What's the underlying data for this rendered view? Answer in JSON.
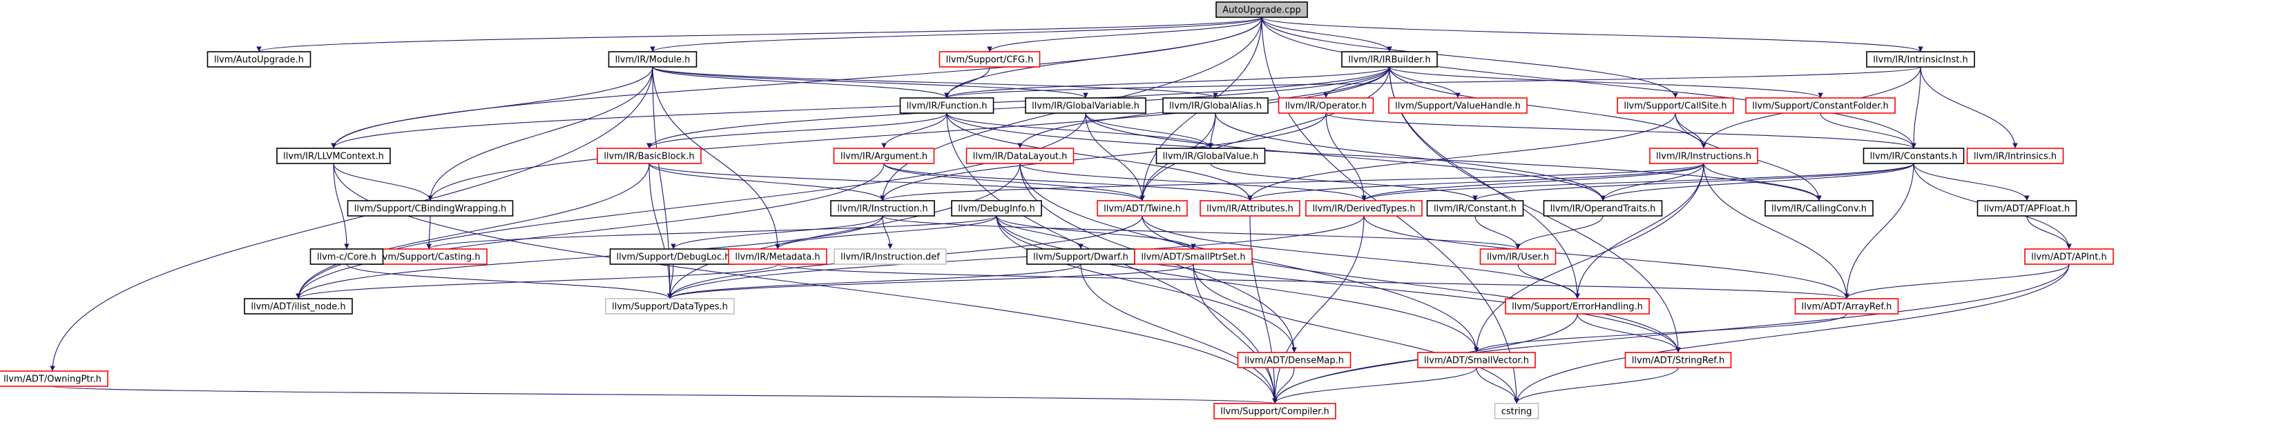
{
  "diagram": {
    "nodes": [
      {
        "id": "root",
        "label": "AutoUpgrade.cpp",
        "kind": "root"
      },
      {
        "id": "autoupgrade_h",
        "label": "llvm/AutoUpgrade.h",
        "kind": "normal"
      },
      {
        "id": "module_h",
        "label": "llvm/IR/Module.h",
        "kind": "normal"
      },
      {
        "id": "cfg_h",
        "label": "llvm/Support/CFG.h",
        "kind": "red"
      },
      {
        "id": "irbuilder_h",
        "label": "llvm/IR/IRBuilder.h",
        "kind": "normal"
      },
      {
        "id": "intrinsicinst_h",
        "label": "llvm/IR/IntrinsicInst.h",
        "kind": "normal"
      },
      {
        "id": "function_h",
        "label": "llvm/IR/Function.h",
        "kind": "normal"
      },
      {
        "id": "globalvariable_h",
        "label": "llvm/IR/GlobalVariable.h",
        "kind": "normal"
      },
      {
        "id": "globalalias_h",
        "label": "llvm/IR/GlobalAlias.h",
        "kind": "normal"
      },
      {
        "id": "operator_h",
        "label": "llvm/IR/Operator.h",
        "kind": "red"
      },
      {
        "id": "valuehandle_h",
        "label": "llvm/Support/ValueHandle.h",
        "kind": "red"
      },
      {
        "id": "callsite_h",
        "label": "llvm/Support/CallSite.h",
        "kind": "red"
      },
      {
        "id": "constantfolder_h",
        "label": "llvm/Support/ConstantFolder.h",
        "kind": "red"
      },
      {
        "id": "llvmcontext_h",
        "label": "llvm/IR/LLVMContext.h",
        "kind": "normal"
      },
      {
        "id": "basicblock_h",
        "label": "llvm/IR/BasicBlock.h",
        "kind": "red"
      },
      {
        "id": "argument_h",
        "label": "llvm/IR/Argument.h",
        "kind": "red"
      },
      {
        "id": "datalayout_h",
        "label": "llvm/IR/DataLayout.h",
        "kind": "red"
      },
      {
        "id": "globalvalue_h",
        "label": "llvm/IR/GlobalValue.h",
        "kind": "normal"
      },
      {
        "id": "instructions_h",
        "label": "llvm/IR/Instructions.h",
        "kind": "red"
      },
      {
        "id": "constants_h",
        "label": "llvm/IR/Constants.h",
        "kind": "normal"
      },
      {
        "id": "intrinsics_h",
        "label": "llvm/IR/Intrinsics.h",
        "kind": "red"
      },
      {
        "id": "cbindingwrapping_h",
        "label": "llvm/Support/CBindingWrapping.h",
        "kind": "normal"
      },
      {
        "id": "instruction_h",
        "label": "llvm/IR/Instruction.h",
        "kind": "normal"
      },
      {
        "id": "debuginfo_h",
        "label": "llvm/DebugInfo.h",
        "kind": "normal"
      },
      {
        "id": "twine_h",
        "label": "llvm/ADT/Twine.h",
        "kind": "red"
      },
      {
        "id": "attributes_h",
        "label": "llvm/IR/Attributes.h",
        "kind": "red"
      },
      {
        "id": "derivedtypes_h",
        "label": "llvm/IR/DerivedTypes.h",
        "kind": "red"
      },
      {
        "id": "constant_h",
        "label": "llvm/IR/Constant.h",
        "kind": "normal"
      },
      {
        "id": "operandtraits_h",
        "label": "llvm/IR/OperandTraits.h",
        "kind": "normal"
      },
      {
        "id": "callingconv_h",
        "label": "llvm/IR/CallingConv.h",
        "kind": "normal"
      },
      {
        "id": "apfloat_h",
        "label": "llvm/ADT/APFloat.h",
        "kind": "normal"
      },
      {
        "id": "casting_h",
        "label": "llvm/Support/Casting.h",
        "kind": "red"
      },
      {
        "id": "core_h",
        "label": "llvm-c/Core.h",
        "kind": "normal"
      },
      {
        "id": "debugloc_h",
        "label": "llvm/Support/DebugLoc.h",
        "kind": "normal"
      },
      {
        "id": "metadata_h",
        "label": "llvm/IR/Metadata.h",
        "kind": "red"
      },
      {
        "id": "instruction_def",
        "label": "llvm/IR/Instruction.def",
        "kind": "gray"
      },
      {
        "id": "dwarf_h",
        "label": "llvm/Support/Dwarf.h",
        "kind": "normal"
      },
      {
        "id": "smallptrset_h",
        "label": "llvm/ADT/SmallPtrSet.h",
        "kind": "red"
      },
      {
        "id": "user_h",
        "label": "llvm/IR/User.h",
        "kind": "red"
      },
      {
        "id": "apint_h",
        "label": "llvm/ADT/APInt.h",
        "kind": "red"
      },
      {
        "id": "ilist_node_h",
        "label": "llvm/ADT/ilist_node.h",
        "kind": "normal"
      },
      {
        "id": "datatypes_h",
        "label": "llvm/Support/DataTypes.h",
        "kind": "gray"
      },
      {
        "id": "errorhandling_h",
        "label": "llvm/Support/ErrorHandling.h",
        "kind": "red"
      },
      {
        "id": "arrayref_h",
        "label": "llvm/ADT/ArrayRef.h",
        "kind": "red"
      },
      {
        "id": "owningptr_h",
        "label": "llvm/ADT/OwningPtr.h",
        "kind": "red"
      },
      {
        "id": "densemap_h",
        "label": "llvm/ADT/DenseMap.h",
        "kind": "red"
      },
      {
        "id": "smallvector_h",
        "label": "llvm/ADT/SmallVector.h",
        "kind": "red"
      },
      {
        "id": "stringref_h",
        "label": "llvm/ADT/StringRef.h",
        "kind": "red"
      },
      {
        "id": "compiler_h",
        "label": "llvm/Support/Compiler.h",
        "kind": "red"
      },
      {
        "id": "cstring",
        "label": "cstring",
        "kind": "gray"
      }
    ],
    "edges": [
      [
        "root",
        "autoupgrade_h"
      ],
      [
        "root",
        "module_h"
      ],
      [
        "root",
        "cfg_h"
      ],
      [
        "root",
        "irbuilder_h"
      ],
      [
        "root",
        "intrinsicinst_h"
      ],
      [
        "root",
        "function_h"
      ],
      [
        "root",
        "llvmcontext_h"
      ],
      [
        "root",
        "constants_h"
      ],
      [
        "root",
        "callsite_h"
      ],
      [
        "root",
        "instruction_h"
      ],
      [
        "root",
        "cstring"
      ],
      [
        "root",
        "twine_h"
      ],
      [
        "module_h",
        "function_h"
      ],
      [
        "module_h",
        "globalvariable_h"
      ],
      [
        "module_h",
        "globalalias_h"
      ],
      [
        "module_h",
        "owningptr_h"
      ],
      [
        "module_h",
        "cbindingwrapping_h"
      ],
      [
        "module_h",
        "metadata_h"
      ],
      [
        "module_h",
        "datatypes_h"
      ],
      [
        "module_h",
        "llvmcontext_h"
      ],
      [
        "cfg_h",
        "function_h"
      ],
      [
        "irbuilder_h",
        "function_h"
      ],
      [
        "irbuilder_h",
        "operator_h"
      ],
      [
        "irbuilder_h",
        "valuehandle_h"
      ],
      [
        "irbuilder_h",
        "constantfolder_h"
      ],
      [
        "irbuilder_h",
        "basicblock_h"
      ],
      [
        "irbuilder_h",
        "datalayout_h"
      ],
      [
        "irbuilder_h",
        "instructions_h"
      ],
      [
        "irbuilder_h",
        "llvmcontext_h"
      ],
      [
        "irbuilder_h",
        "errorhandling_h"
      ],
      [
        "irbuilder_h",
        "stringref_h"
      ],
      [
        "irbuilder_h",
        "twine_h"
      ],
      [
        "irbuilder_h",
        "cbindingwrapping_h"
      ],
      [
        "intrinsicinst_h",
        "function_h"
      ],
      [
        "intrinsicinst_h",
        "constants_h"
      ],
      [
        "intrinsicinst_h",
        "intrinsics_h"
      ],
      [
        "intrinsicinst_h",
        "instructions_h"
      ],
      [
        "function_h",
        "basicblock_h"
      ],
      [
        "function_h",
        "argument_h"
      ],
      [
        "function_h",
        "globalvalue_h"
      ],
      [
        "function_h",
        "attributes_h"
      ],
      [
        "function_h",
        "callingconv_h"
      ],
      [
        "function_h",
        "compiler_h"
      ],
      [
        "globalvariable_h",
        "globalvalue_h"
      ],
      [
        "globalvariable_h",
        "twine_h"
      ],
      [
        "globalvariable_h",
        "operandtraits_h"
      ],
      [
        "globalvariable_h",
        "ilist_node_h"
      ],
      [
        "globalalias_h",
        "globalvalue_h"
      ],
      [
        "globalalias_h",
        "twine_h"
      ],
      [
        "globalalias_h",
        "operandtraits_h"
      ],
      [
        "operator_h",
        "constants_h"
      ],
      [
        "operator_h",
        "derivedtypes_h"
      ],
      [
        "operator_h",
        "instruction_h"
      ],
      [
        "callsite_h",
        "instructions_h"
      ],
      [
        "callsite_h",
        "callingconv_h"
      ],
      [
        "callsite_h",
        "attributes_h"
      ],
      [
        "constantfolder_h",
        "constants_h"
      ],
      [
        "llvmcontext_h",
        "cbindingwrapping_h"
      ],
      [
        "llvmcontext_h",
        "core_h"
      ],
      [
        "llvmcontext_h",
        "compiler_h"
      ],
      [
        "basicblock_h",
        "instruction_h"
      ],
      [
        "basicblock_h",
        "twine_h"
      ],
      [
        "basicblock_h",
        "ilist_node_h"
      ],
      [
        "basicblock_h",
        "datatypes_h"
      ],
      [
        "argument_h",
        "twine_h"
      ],
      [
        "argument_h",
        "attributes_h"
      ],
      [
        "argument_h",
        "ilist_node_h"
      ],
      [
        "datalayout_h",
        "derivedtypes_h"
      ],
      [
        "datalayout_h",
        "densemap_h"
      ],
      [
        "datalayout_h",
        "smallvector_h"
      ],
      [
        "datalayout_h",
        "datatypes_h"
      ],
      [
        "globalvalue_h",
        "constant_h"
      ],
      [
        "instructions_h",
        "attributes_h"
      ],
      [
        "instructions_h",
        "callingconv_h"
      ],
      [
        "instructions_h",
        "derivedtypes_h"
      ],
      [
        "instructions_h",
        "arrayref_h"
      ],
      [
        "instructions_h",
        "errorhandling_h"
      ],
      [
        "instructions_h",
        "smallvector_h"
      ],
      [
        "instructions_h",
        "instruction_h"
      ],
      [
        "instructions_h",
        "operandtraits_h"
      ],
      [
        "constants_h",
        "constant_h"
      ],
      [
        "constants_h",
        "operandtraits_h"
      ],
      [
        "constants_h",
        "derivedtypes_h"
      ],
      [
        "constants_h",
        "apfloat_h"
      ],
      [
        "constants_h",
        "apint_h"
      ],
      [
        "constants_h",
        "arrayref_h"
      ],
      [
        "cbindingwrapping_h",
        "casting_h"
      ],
      [
        "instruction_h",
        "user_h"
      ],
      [
        "instruction_h",
        "ilist_node_h"
      ],
      [
        "instruction_h",
        "debugloc_h"
      ],
      [
        "instruction_h",
        "instruction_def"
      ],
      [
        "debuginfo_h",
        "smallptrset_h"
      ],
      [
        "debuginfo_h",
        "smallvector_h"
      ],
      [
        "debuginfo_h",
        "stringref_h"
      ],
      [
        "debuginfo_h",
        "dwarf_h"
      ],
      [
        "debuginfo_h",
        "metadata_h"
      ],
      [
        "debuginfo_h",
        "casting_h"
      ],
      [
        "debuginfo_h",
        "densemap_h"
      ],
      [
        "twine_h",
        "stringref_h"
      ],
      [
        "twine_h",
        "datatypes_h"
      ],
      [
        "twine_h",
        "errorhandling_h"
      ],
      [
        "attributes_h",
        "compiler_h"
      ],
      [
        "derivedtypes_h",
        "datatypes_h"
      ],
      [
        "derivedtypes_h",
        "compiler_h"
      ],
      [
        "derivedtypes_h",
        "arrayref_h"
      ],
      [
        "constant_h",
        "user_h"
      ],
      [
        "operandtraits_h",
        "user_h"
      ],
      [
        "apfloat_h",
        "apint_h"
      ],
      [
        "core_h",
        "datatypes_h"
      ],
      [
        "debugloc_h",
        "datatypes_h"
      ],
      [
        "metadata_h",
        "arrayref_h"
      ],
      [
        "metadata_h",
        "ilist_node_h"
      ],
      [
        "dwarf_h",
        "datatypes_h"
      ],
      [
        "dwarf_h",
        "compiler_h"
      ],
      [
        "smallptrset_h",
        "compiler_h"
      ],
      [
        "smallptrset_h",
        "datatypes_h"
      ],
      [
        "smallptrset_h",
        "cstring"
      ],
      [
        "user_h",
        "errorhandling_h"
      ],
      [
        "apint_h",
        "arrayref_h"
      ],
      [
        "apint_h",
        "compiler_h"
      ],
      [
        "apint_h",
        "cstring"
      ],
      [
        "errorhandling_h",
        "compiler_h"
      ],
      [
        "errorhandling_h",
        "stringref_h"
      ],
      [
        "arrayref_h",
        "smallvector_h"
      ],
      [
        "owningptr_h",
        "compiler_h"
      ],
      [
        "densemap_h",
        "compiler_h"
      ],
      [
        "smallvector_h",
        "compiler_h"
      ],
      [
        "smallvector_h",
        "cstring"
      ],
      [
        "stringref_h",
        "cstring"
      ]
    ]
  },
  "colors": {
    "node_fill": "#ffffff",
    "root_fill": "#bfbfbf",
    "normal_border": "#000000",
    "red_border": "#ff0000",
    "gray_border": "#bfbfbf",
    "text": "#000000",
    "edge": "#191970"
  }
}
